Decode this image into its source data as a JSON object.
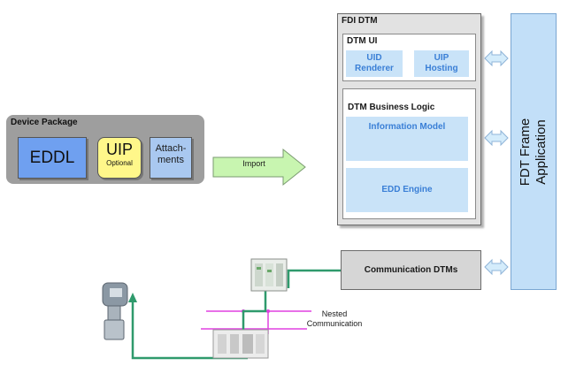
{
  "device_package": {
    "title": "Device  Package",
    "eddl_label": "EDDL",
    "uip_label": "UIP",
    "uip_sub_label": "Optional",
    "attachments_line1": "Attach-",
    "attachments_line2": "ments"
  },
  "import_label": "Import",
  "fdi_dtm": {
    "title": "FDI DTM",
    "dtm_ui": {
      "title": "DTM UI",
      "uid_line1": "UID",
      "uid_line2": "Renderer",
      "uip_line1": "UIP",
      "uip_line2": "Hosting"
    },
    "business_logic": {
      "title": "DTM Business Logic",
      "information_model": "Information Model",
      "edd_engine": "EDD Engine"
    }
  },
  "frame_application": {
    "line1": "FDT Frame",
    "line2": "Application"
  },
  "communication_dtms": "Communication DTMs",
  "nested_line1": "Nested",
  "nested_line2": "Communication",
  "colors": {
    "package_gray": "#9e9e9e",
    "eddl_blue": "#6fa0f0",
    "uip_yellow": "#fff78a",
    "light_blue": "#c9e3f8",
    "text_blue": "#3a7fd6",
    "import_green": "#c8f5b0",
    "network_green": "#2f9a6c",
    "bus_magenta": "#e040e0"
  }
}
